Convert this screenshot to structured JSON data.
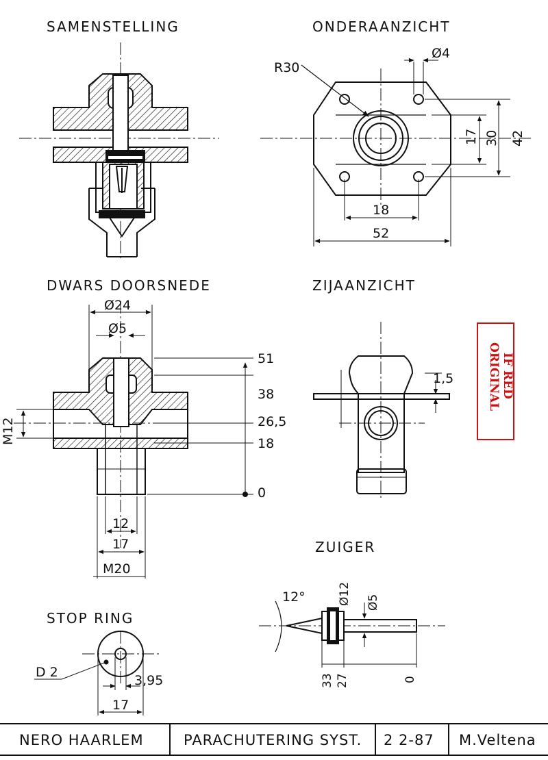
{
  "views": {
    "assembly_title": "SAMENSTELLING",
    "bottom_title": "ONDERAANZICHT",
    "section_title": "DWARS DOORSNEDE",
    "side_title": "ZIJAANZICHT",
    "piston_title": "ZUIGER",
    "stopring_title": "STOP RING"
  },
  "bottom_view": {
    "radius": "R30",
    "hole_dia": "Ø4",
    "dim_17": "17",
    "dim_30": "30",
    "dim_42": "42",
    "dim_18": "18",
    "dim_52": "52"
  },
  "section_view": {
    "dia_24": "Ø24",
    "dia_5": "Ø5",
    "level_51": "51",
    "level_38": "38",
    "level_26_5": "26,5",
    "level_18": "18",
    "level_0": "0",
    "thread_m12": "M12",
    "dim_12": "12",
    "dim_17": "17",
    "thread_m20": "M20"
  },
  "side_view": {
    "dim_1_5": "1,5"
  },
  "piston": {
    "angle": "12°",
    "dia_12": "Ø12",
    "dia_5": "Ø5",
    "dim_33": "33",
    "dim_27": "27",
    "dim_0": "0"
  },
  "stop_ring": {
    "dia_label": "D 2",
    "dim_3_95": "3,95",
    "dim_17": "17"
  },
  "stamp": {
    "line1": "ORIGINAL",
    "line2": "IF RED",
    "color": "#cc1111"
  },
  "title_block": {
    "club": "NERO HAARLEM",
    "system": "PARACHUTERING SYST.",
    "date": "2 2-87",
    "author": "M.Veltena"
  }
}
